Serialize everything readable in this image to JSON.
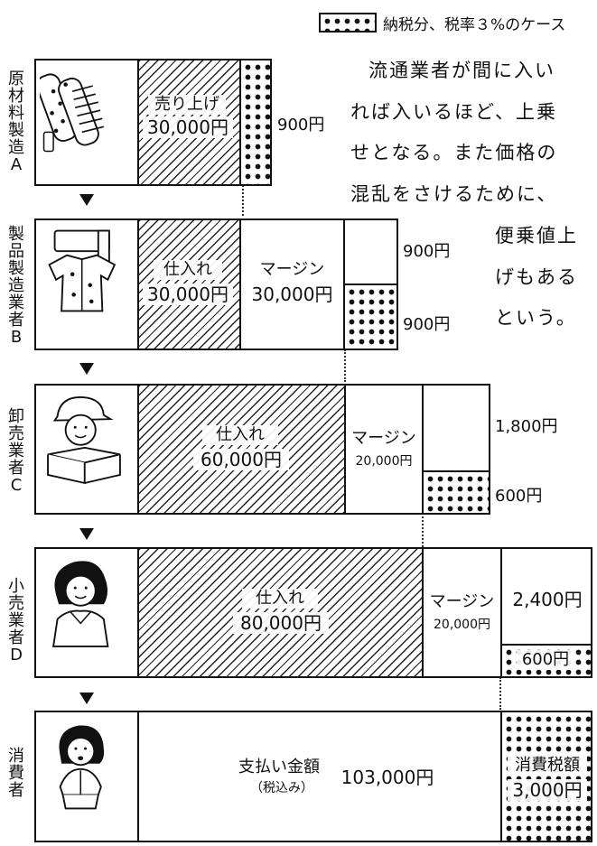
{
  "legend": {
    "label": "納税分、税率３%のケース"
  },
  "note_lines": [
    "流通業者が間に入い",
    "れば入いるほど、上乗",
    "せとなる。また価格の",
    "混乱をさけるために、",
    "便乗値上",
    "げもある",
    "という。"
  ],
  "rows": [
    {
      "label": "原材料製造A",
      "icon": "fabric-rolls-icon",
      "segments": [
        {
          "label": "売り上げ",
          "value": "30,000円"
        }
      ],
      "tax_paid": "900円"
    },
    {
      "label": "製品製造業者B",
      "icon": "sewing-machine-clothes-icon",
      "segments": [
        {
          "label": "仕入れ",
          "value": "30,000円"
        },
        {
          "label": "マージン",
          "value": "30,000円"
        }
      ],
      "tax_total": "900円",
      "tax_paid": "900円"
    },
    {
      "label": "卸売業者C",
      "icon": "delivery-worker-box-icon",
      "segments": [
        {
          "label": "仕入れ",
          "value": "60,000円"
        },
        {
          "label": "マージン",
          "value": "20,000円"
        }
      ],
      "tax_total": "1,800円",
      "tax_paid": "600円"
    },
    {
      "label": "小売業者D",
      "icon": "shopkeeper-woman-icon",
      "segments": [
        {
          "label": "仕入れ",
          "value": "80,000円"
        },
        {
          "label": "マージン",
          "value": "20,000円"
        }
      ],
      "tax_total": "2,400円",
      "tax_paid": "600円"
    },
    {
      "label": "消費者",
      "icon": "consumer-woman-icon",
      "payment_label": "支払い金額",
      "payment_sub": "（税込み）",
      "payment_value": "103,000円",
      "tax_label": "消費税額",
      "tax_value": "3,000円"
    }
  ]
}
